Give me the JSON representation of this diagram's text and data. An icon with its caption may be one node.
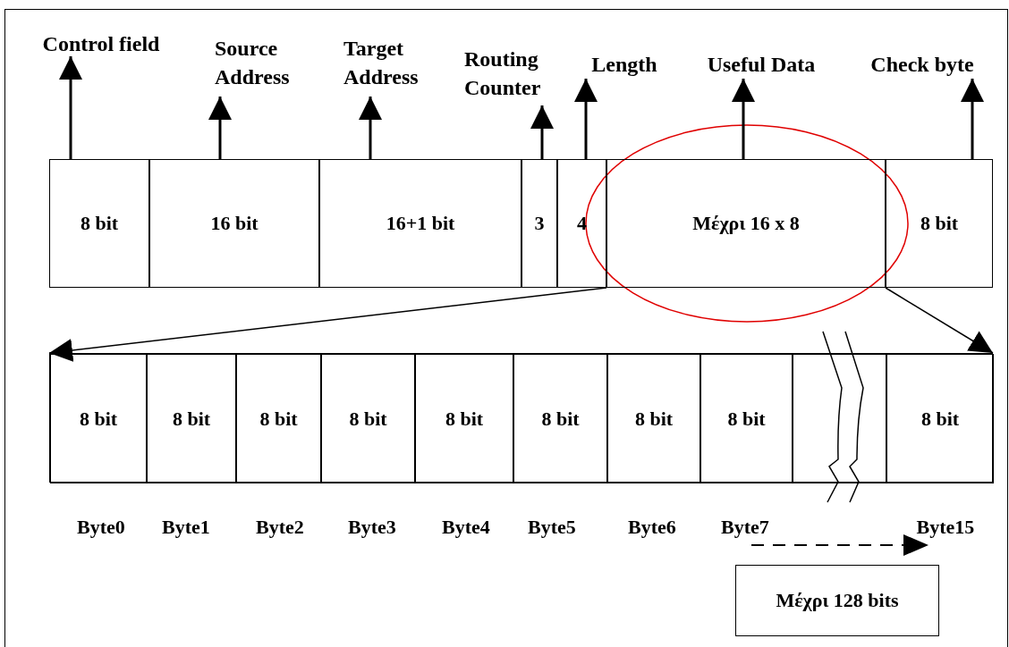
{
  "diagram": {
    "nodes": [
      {
        "text": [
          "Control field"
        ]
      },
      {
        "text": [
          "Source Address"
        ]
      },
      {
        "text": [
          "Target Address"
        ]
      },
      {
        "text": [
          "Routing Counter"
        ]
      },
      {
        "text": [
          "Length"
        ]
      },
      {
        "text": [
          "Useful Data"
        ]
      },
      {
        "text": [
          "Check byte"
        ]
      },
      {
        "text": [
          "8 bit"
        ]
      },
      {
        "text": [
          "16 bit"
        ]
      },
      {
        "text": [
          "16+1 bit"
        ]
      },
      {
        "text": [
          "3"
        ]
      },
      {
        "text": [
          "4"
        ]
      },
      {
        "text": [
          "Μέχρι 16 x 8"
        ]
      },
      {
        "text": [
          "8 bit"
        ]
      },
      {
        "text": [],
        "shape": "box"
      },
      {
        "text": [
          "8 bit"
        ],
        "in": 14
      },
      {
        "text": [
          "8 bit"
        ],
        "in": 14
      },
      {
        "text": [
          "8 bit"
        ],
        "in": 14
      },
      {
        "text": [
          "8 bit"
        ],
        "in": 14
      },
      {
        "text": [
          "8 bit"
        ],
        "in": 14
      },
      {
        "text": [
          "8 bit"
        ],
        "in": 14
      },
      {
        "text": [
          "8 bit"
        ],
        "in": 14
      },
      {
        "text": [
          "8 bit"
        ],
        "in": 14
      },
      {
        "text": [],
        "shape": "box",
        "in": 14
      },
      {
        "text": [
          "8 bit"
        ],
        "in": 14
      },
      {
        "text": [
          "Μέχρι 128 bits"
        ]
      }
    ],
    "edges": [
      {
        "from": 7,
        "to": 0,
        "arrow": "to"
      },
      {
        "from": 8,
        "to": 1,
        "arrow": "to"
      },
      {
        "from": 9,
        "to": 2,
        "arrow": "to"
      },
      {
        "from": 10,
        "to": 3,
        "arrow": "to"
      },
      {
        "from": 11,
        "to": 4,
        "arrow": "to"
      },
      {
        "from": 12,
        "to": 5,
        "arrow": "to"
      },
      {
        "from": 13,
        "to": 6,
        "arrow": "to"
      },
      {
        "from": 12,
        "to": 14,
        "arrow": "to"
      },
      {
        "from": 12,
        "to": 14,
        "arrow": "to"
      }
    ],
    "labels": [
      "Byte0",
      "Byte1",
      "Byte2",
      "Byte3",
      "Byte4",
      "Byte5",
      "Byte6",
      "Byte7",
      "Byte15"
    ]
  }
}
